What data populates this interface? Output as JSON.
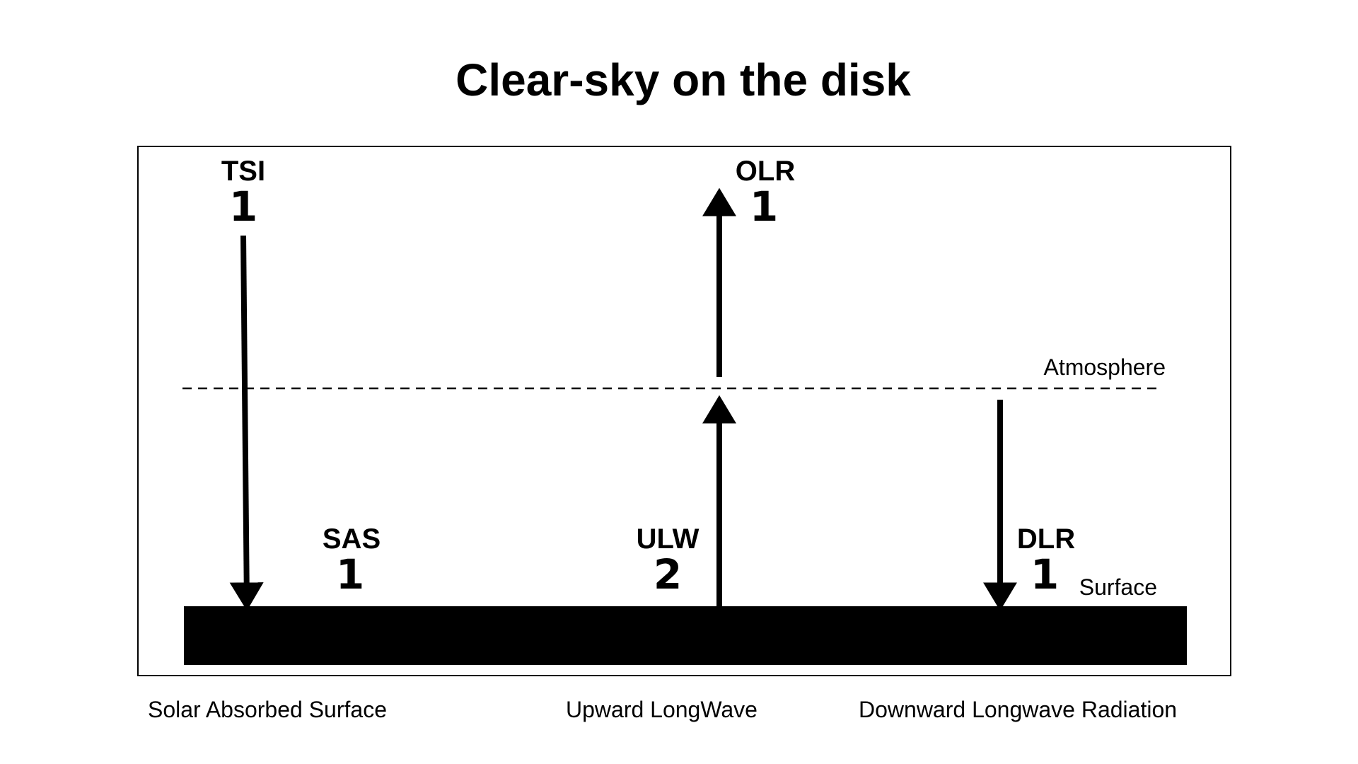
{
  "title": "Clear-sky on the disk",
  "layers": {
    "atmosphere": "Atmosphere",
    "surface": "Surface"
  },
  "fluxes": {
    "tsi": {
      "label": "TSI",
      "value": "1"
    },
    "olr": {
      "label": "OLR",
      "value": "1"
    },
    "sas": {
      "label": "SAS",
      "value": "1"
    },
    "ulw": {
      "label": "ULW",
      "value": "2"
    },
    "dlr": {
      "label": "DLR",
      "value": "1"
    }
  },
  "captions": {
    "sas": "Solar Absorbed Surface",
    "ulw": "Upward LongWave",
    "dlr": "Downward Longwave Radiation"
  }
}
